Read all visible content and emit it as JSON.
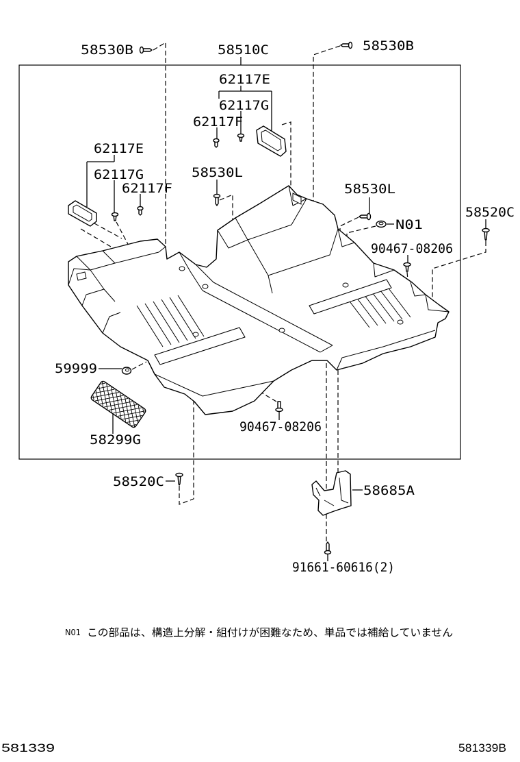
{
  "callouts": [
    "58530B",
    "58510C",
    "58530B",
    "62117E",
    "62117G",
    "62117F",
    "62117E",
    "62117G",
    "62117F",
    "58530L",
    "58530L",
    "58520C",
    "N01",
    "90467-08206",
    "59999",
    "58299G",
    "90467-08206",
    "58520C",
    "58685A",
    "91661-60616(2)"
  ],
  "note": {
    "code": "N01",
    "text": "この部品は、構造上分解・組付けが困難なため、単品では補給していません"
  },
  "illustration_codes": {
    "left": "581339",
    "right": "581339B"
  }
}
